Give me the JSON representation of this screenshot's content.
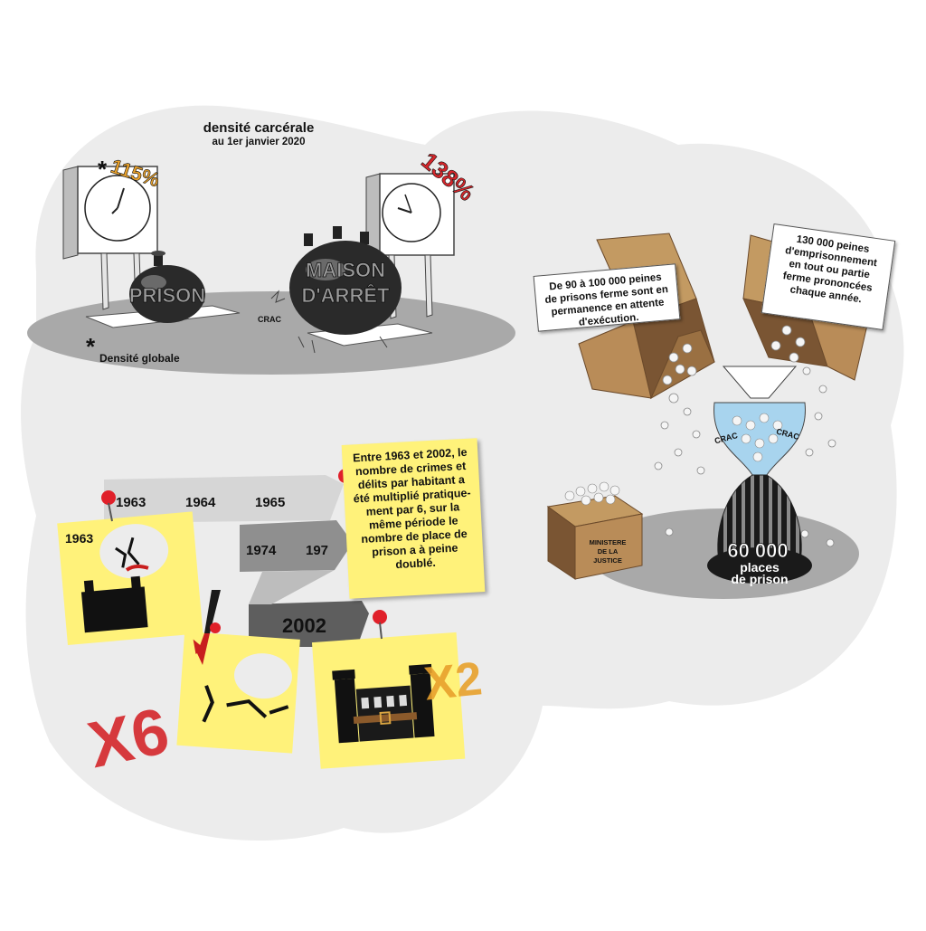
{
  "title": {
    "line1": "densité carcérale",
    "line2": "au 1er janvier 2020"
  },
  "density": {
    "global_value": "115%",
    "global_marker": "*",
    "prison_label": "PRISON",
    "maison_line1": "MAISON",
    "maison_line2": "D'ARRÊT",
    "maison_value": "138%",
    "crac": "CRAC",
    "footnote_marker": "*",
    "footnote": "Densité globale"
  },
  "boxes": {
    "card_left": "De 90 à 100 000 peines de prisons ferme sont en permanence en attente d'exécution.",
    "card_right": "130 000 peines d'emprisonnement en tout ou partie ferme prononcées chaque année.",
    "ministry_line1": "MINISTERE",
    "ministry_line2": "DE LA",
    "ministry_line3": "JUSTICE",
    "crac_left": "CRAC",
    "crac_right": "CRAC",
    "places_value": "60 000",
    "places_line1": "places",
    "places_line2": "de prison"
  },
  "timeline": {
    "band_top": [
      "1963",
      "1964",
      "1965"
    ],
    "band_mid": [
      "1974",
      "197"
    ],
    "band_bottom": "2002",
    "sticky_year": "1963",
    "note": "Entre 1963 et 2002, le nombre de crimes et délits par habitant a été multiplié pratique-ment par 6, sur la même période le nombre de place de prison a à peine doublé.",
    "x6": "X6",
    "x2": "X2"
  },
  "colors": {
    "blob": "#ececec",
    "shadow": "#a9a9a9",
    "cardboard": "#c39a62",
    "cardboard_dark": "#7a5533",
    "sticky": "#fff27a",
    "pin": "#e0202a",
    "red_text": "#d4262b",
    "orange_text": "#e8a12c"
  }
}
